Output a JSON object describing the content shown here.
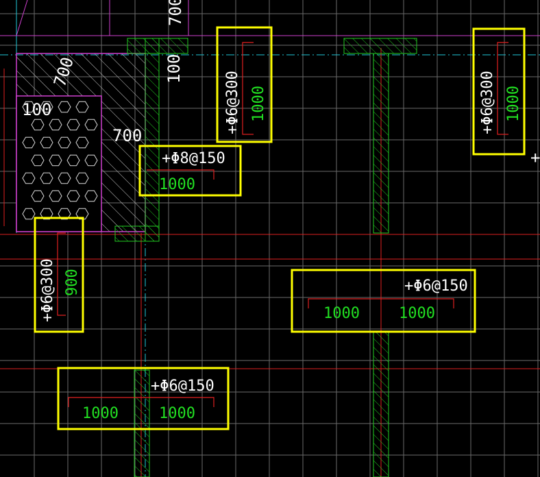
{
  "colors": {
    "background": "#000000",
    "grid": "#6b6b6b",
    "axis_red": "#e02020",
    "axis_cyan": "#20c8d8",
    "magenta": "#d040d0",
    "wall_green": "#22cc22",
    "text_white": "#ffffff",
    "text_green": "#22e022",
    "highlight_yellow": "#ffff00"
  },
  "dimensions": {
    "d700_top": "700",
    "d700_diag": "700",
    "d700_mid": "700",
    "d100_left": "100",
    "d100_wall": "100"
  },
  "annotations": [
    {
      "rebar": "+Φ6@300",
      "length": "1000"
    },
    {
      "rebar": "+Φ6@300",
      "length": "1000"
    },
    {
      "rebar": "+Φ8@150",
      "length": "1000"
    },
    {
      "rebar": "+Φ6@300",
      "length": "900"
    },
    {
      "rebar": "+Φ6@150",
      "length_left": "1000",
      "length_right": "1000"
    },
    {
      "rebar": "+Φ6@150",
      "length_left": "1000",
      "length_right": "1000"
    }
  ],
  "edge_mark": "+"
}
